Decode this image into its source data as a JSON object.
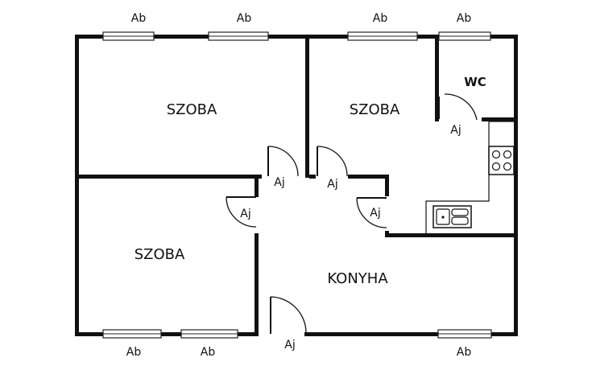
{
  "rooms": {
    "room_top_left": "SZOBA",
    "room_top_middle": "SZOBA",
    "room_bottom_left": "SZOBA",
    "kitchen": "KONYHA",
    "wc": "WC"
  },
  "window_label": "Ab",
  "door_label": "Aj"
}
